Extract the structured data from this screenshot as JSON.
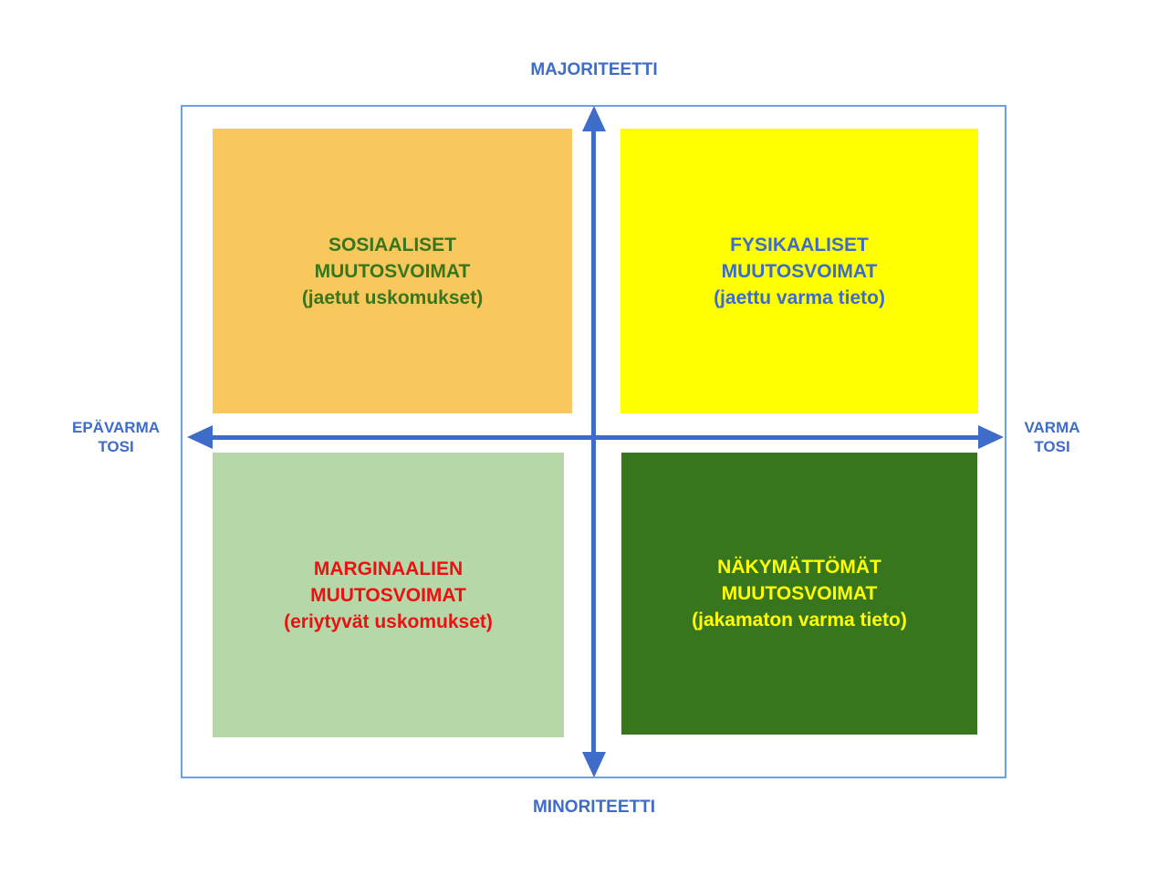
{
  "matrix": {
    "axis": {
      "top_label": "MAJORITEETTI",
      "bottom_label": "MINORITEETTI",
      "left_label_line1": "EPÄVARMA",
      "left_label_line2": "TOSI",
      "right_label_line1": "VARMA",
      "right_label_line2": "TOSI"
    },
    "quadrants": {
      "top_left": {
        "line1": "SOSIAALISET",
        "line2": "MUUTOSVOIMAT",
        "line3": "(jaetut uskomukset)",
        "bg_color": "#F8C85C",
        "text_color": "#38761D"
      },
      "top_right": {
        "line1": "FYSIKAALISET",
        "line2": "MUUTOSVOIMAT",
        "line3": "(jaettu varma tieto)",
        "bg_color": "#FFFF00",
        "text_color": "#3E6CC9"
      },
      "bottom_left": {
        "line1": "MARGINAALIEN",
        "line2": "MUUTOSVOIMAT",
        "line3": "(eriytyvät uskomukset)",
        "bg_color": "#B6D7A8",
        "text_color": "#EE1010"
      },
      "bottom_right": {
        "line1": "NÄKYMÄTTÖMÄT",
        "line2": "MUUTOSVOIMAT",
        "line3": "(jakamaton varma tieto)",
        "bg_color": "#38761D",
        "text_color": "#FFFF00"
      }
    },
    "colors": {
      "axis_blue": "#3E6CC9",
      "label_blue": "#3E6CC9",
      "frame_border": "#6D9EEB"
    }
  }
}
